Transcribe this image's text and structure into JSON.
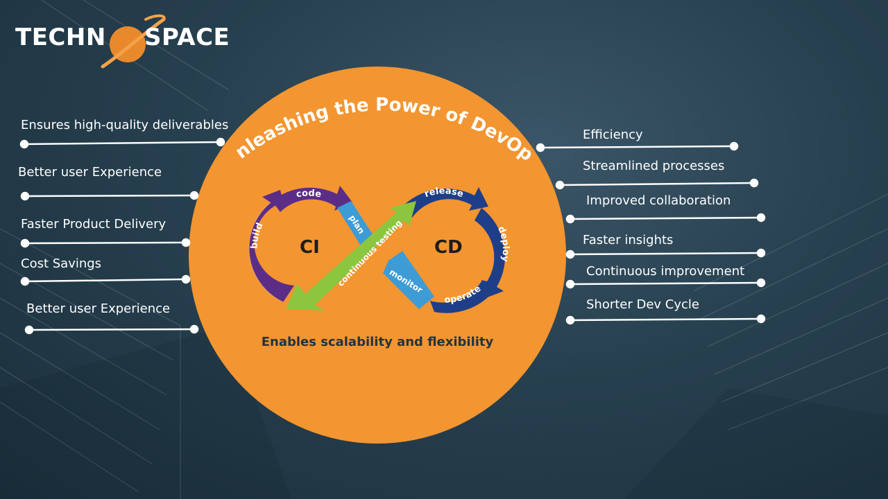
{
  "brand": {
    "left": "TECHN",
    "right": "SPACE"
  },
  "title": "Unleashing the Power of DevOps",
  "left_items": [
    "Ensures high-quality deliverables",
    "Better user Experience",
    "Faster Product Delivery",
    "Cost Savings",
    "Better user Experience"
  ],
  "right_items": [
    "Efficiency",
    "Streamlined processes",
    "Improved collaboration",
    "Faster insights",
    "Continuous improvement",
    "Shorter Dev Cycle"
  ],
  "diagram": {
    "ci": "CI",
    "cd": "CD",
    "stages": {
      "code": "code",
      "build": "build",
      "plan": "plan",
      "continuous_testing": "continuous testing",
      "release": "release",
      "deploy": "deploy",
      "operate": "operate",
      "monitor": "monitor"
    }
  },
  "tagline": "Enables scalability and flexibility",
  "colors": {
    "orange": "#f39530",
    "purple": "#5b2d86",
    "navy": "#1f3e88",
    "light_blue": "#3d9bd6",
    "green": "#8cc63f"
  }
}
